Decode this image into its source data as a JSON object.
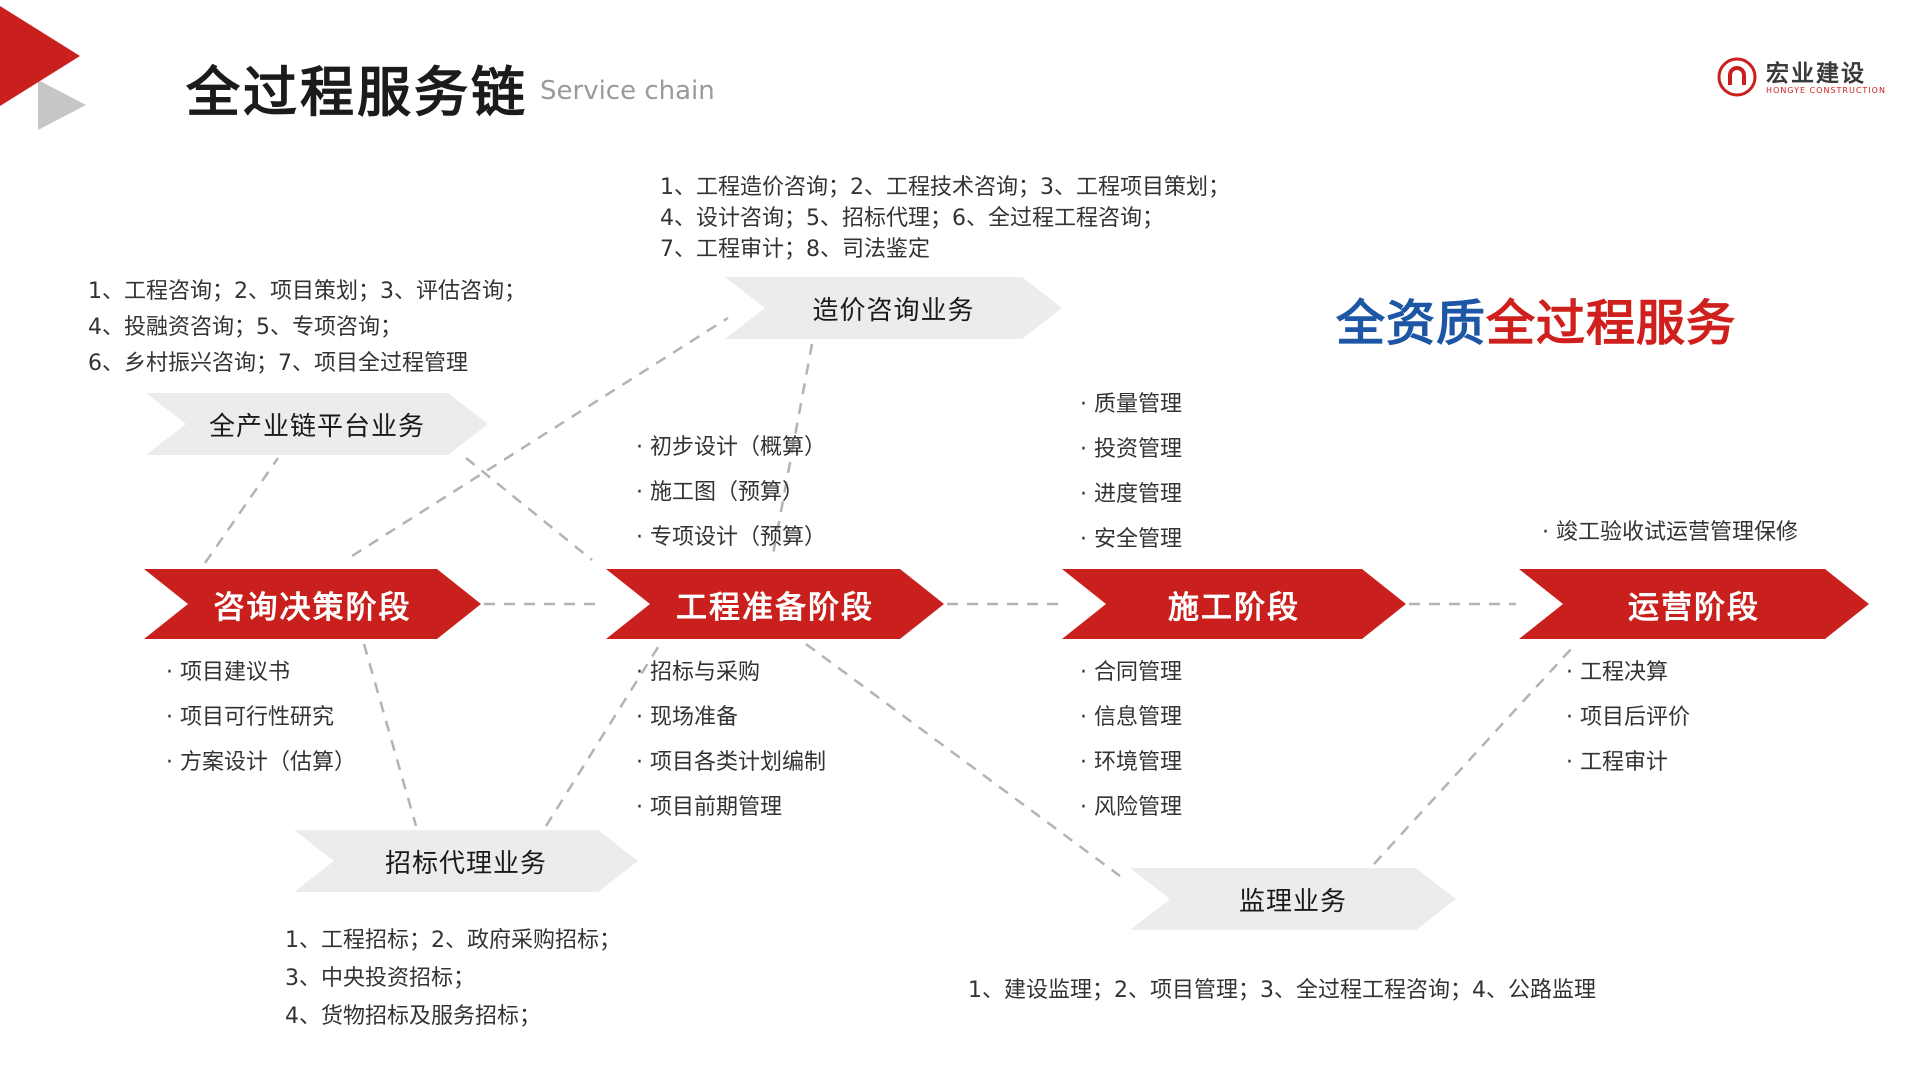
{
  "header": {
    "title": "全过程服务链",
    "subtitle": "Service chain",
    "logo_name": "宏业建设",
    "logo_tagline": "HONGYE CONSTRUCTION"
  },
  "headline": {
    "blue": "全资质",
    "red": "全过程服务"
  },
  "stages": [
    {
      "label": "咨询决策阶段",
      "below": [
        "· 项目建议书",
        "· 项目可行性研究",
        "· 方案设计（估算）"
      ]
    },
    {
      "label": "工程准备阶段",
      "above": [
        "· 初步设计（概算）",
        "· 施工图（预算）",
        "· 专项设计（预算）"
      ],
      "below": [
        "· 招标与采购",
        "· 现场准备",
        "· 项目各类计划编制",
        "· 项目前期管理"
      ]
    },
    {
      "label": "施工阶段",
      "above": [
        "· 质量管理",
        "· 投资管理",
        "· 进度管理",
        "· 安全管理"
      ],
      "below": [
        "· 合同管理",
        "· 信息管理",
        "· 环境管理",
        "· 风险管理"
      ]
    },
    {
      "label": "运营阶段",
      "above": [
        "· 竣工验收试运营管理保修"
      ],
      "below": [
        "· 工程决算",
        "· 项目后评价",
        "· 工程审计"
      ]
    }
  ],
  "businesses": [
    {
      "label": "全产业链平台业务",
      "desc": [
        "1、工程咨询；2、项目策划；3、评估咨询；",
        "4、投融资咨询；5、专项咨询；",
        "6、乡村振兴咨询；7、项目全过程管理"
      ]
    },
    {
      "label": "造价咨询业务",
      "desc": [
        "1、工程造价咨询；2、工程技术咨询；3、工程项目策划；",
        "4、设计咨询；5、招标代理；6、全过程工程咨询；",
        "7、工程审计；8、司法鉴定"
      ]
    },
    {
      "label": "招标代理业务",
      "desc": [
        "1、工程招标；2、政府采购招标；",
        "3、中央投资招标；",
        "4、货物招标及服务招标；"
      ]
    },
    {
      "label": "监理业务",
      "desc": [
        "1、建设监理；2、项目管理；3、全过程工程咨询；4、公路监理"
      ]
    }
  ],
  "colors": {
    "red": "#c9201d",
    "blue": "#1c56a5",
    "arrow_gray": "#ececec",
    "line_gray": "#b3b3b3"
  }
}
